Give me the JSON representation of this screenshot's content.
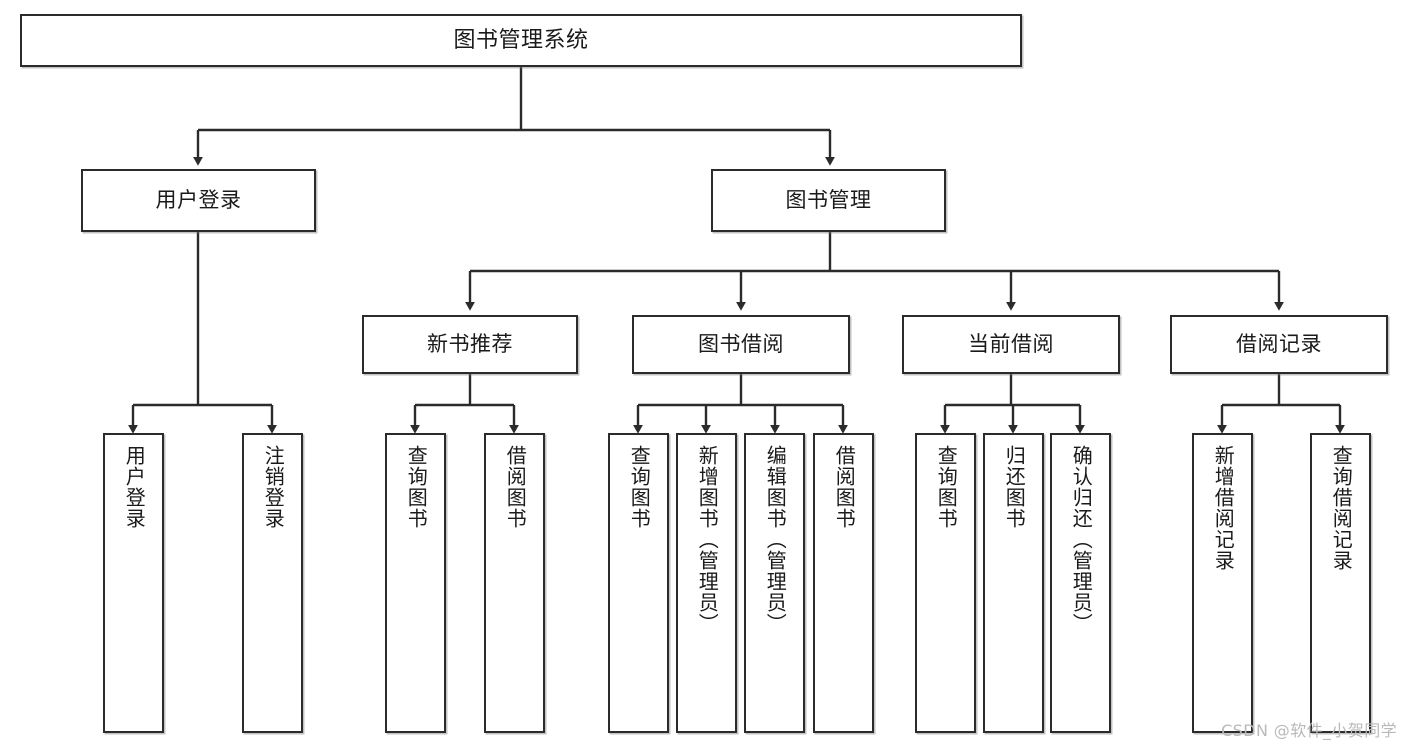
{
  "diagram": {
    "type": "tree",
    "title": "图书管理系统",
    "watermark": "CSDN @软件_小贺同学",
    "colors": {
      "box_border": "#2b2b2b",
      "box_fill": "#ffffff",
      "edge": "#2b2b2b",
      "watermark": "#b9b9b9"
    },
    "root": {
      "label": "图书管理系统"
    },
    "level2": [
      {
        "label": "用户登录"
      },
      {
        "label": "图书管理"
      }
    ],
    "level3": [
      {
        "label": "新书推荐"
      },
      {
        "label": "图书借阅"
      },
      {
        "label": "当前借阅"
      },
      {
        "label": "借阅记录"
      }
    ],
    "leaves": {
      "user_login": [
        {
          "label": "用户登录"
        },
        {
          "label": "注销登录"
        }
      ],
      "new_book": [
        {
          "label": "查询图书"
        },
        {
          "label": "借阅图书"
        }
      ],
      "borrow_book": [
        {
          "label": "查询图书"
        },
        {
          "label": "新增图书（管理员）"
        },
        {
          "label": "编辑图书（管理员）"
        },
        {
          "label": "借阅图书"
        }
      ],
      "current_borrow": [
        {
          "label": "查询图书"
        },
        {
          "label": "归还图书"
        },
        {
          "label": "确认归还（管理员）"
        }
      ],
      "borrow_record": [
        {
          "label": "新增借阅记录"
        },
        {
          "label": "查询借阅记录"
        }
      ]
    }
  }
}
